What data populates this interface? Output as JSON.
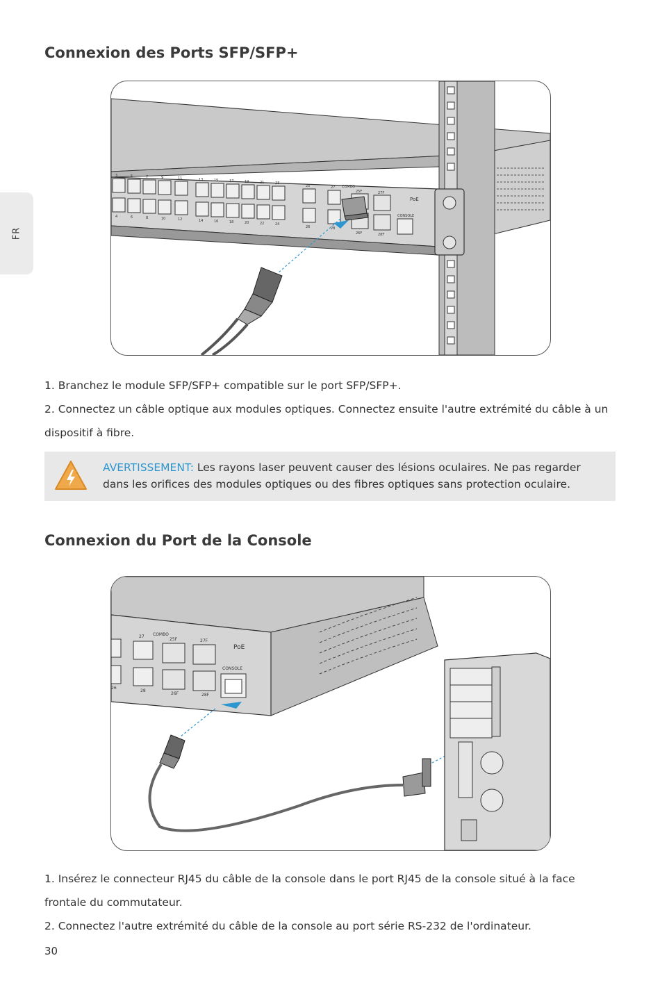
{
  "side_tab": {
    "label": "FR"
  },
  "section1": {
    "title": "Connexion des Ports SFP/SFP+",
    "figure": {
      "port_labels_top": [
        "3",
        "5",
        "7",
        "9",
        "11",
        "13",
        "15",
        "17",
        "19",
        "21",
        "23",
        "25",
        "27"
      ],
      "port_labels_bottom": [
        "4",
        "6",
        "8",
        "10",
        "12",
        "14",
        "16",
        "18",
        "20",
        "22",
        "24",
        "26",
        "28"
      ],
      "combo_label": "COMBO",
      "sfp_labels": [
        "25F",
        "27F",
        "26F",
        "28F"
      ],
      "poe_label": "PoE",
      "console_label": "CONSOLE"
    },
    "steps": [
      "1. Branchez le module SFP/SFP+ compatible sur le port SFP/SFP+.",
      "2. Connectez un câble optique aux modules optiques. Connectez ensuite l'autre extrémité du câble à un dispositif à fibre."
    ],
    "warning": {
      "label": "AVERTISSEMENT:",
      "text": " Les rayons laser peuvent causer des lésions oculaires. Ne pas regarder dans les orifices des modules optiques ou des fibres optiques sans protection oculaire.",
      "icon": "high-voltage-warning-icon",
      "accent_color": "#2e96cf",
      "icon_color": "#f0a94a"
    }
  },
  "section2": {
    "title": "Connexion du Port de la Console",
    "figure": {
      "labels": {
        "combo": "COMBO",
        "p27": "27",
        "p25f": "25F",
        "p27f": "27F",
        "p26": "26",
        "p28": "28",
        "p26f": "26F",
        "p28f": "28F",
        "poe": "PoE",
        "console": "CONSOLE"
      }
    },
    "steps": [
      "1. Insérez le connecteur RJ45 du câble de la console dans le port RJ45 de la console situé à la face frontale du commutateur.",
      "2. Connectez l'autre extrémité du câble de la console au port série RS-232 de l'ordinateur."
    ]
  },
  "page_number": "30"
}
